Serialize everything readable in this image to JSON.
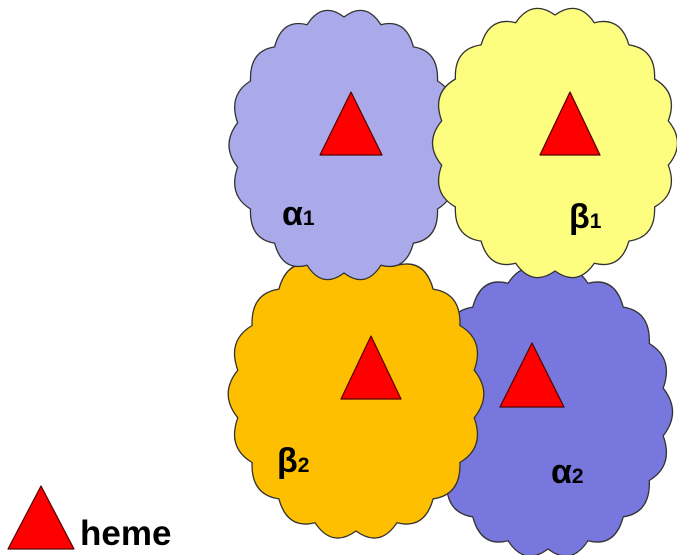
{
  "colors": {
    "alpha1_fill": "#aaaaea",
    "beta1_fill": "#fdfd80",
    "beta2_fill": "#fdbf00",
    "alpha2_fill": "#7777dd",
    "outline": "#333333",
    "heme_fill": "#ff0000",
    "heme_stroke": "#550000"
  },
  "subunits": [
    {
      "id": "alpha2",
      "greek": "α",
      "index": "2"
    },
    {
      "id": "beta2",
      "greek": "β",
      "index": "2"
    },
    {
      "id": "alpha1",
      "greek": "α",
      "index": "1"
    },
    {
      "id": "beta1",
      "greek": "β",
      "index": "1"
    }
  ],
  "legend": {
    "label": "heme",
    "icon": "red-triangle-icon"
  }
}
